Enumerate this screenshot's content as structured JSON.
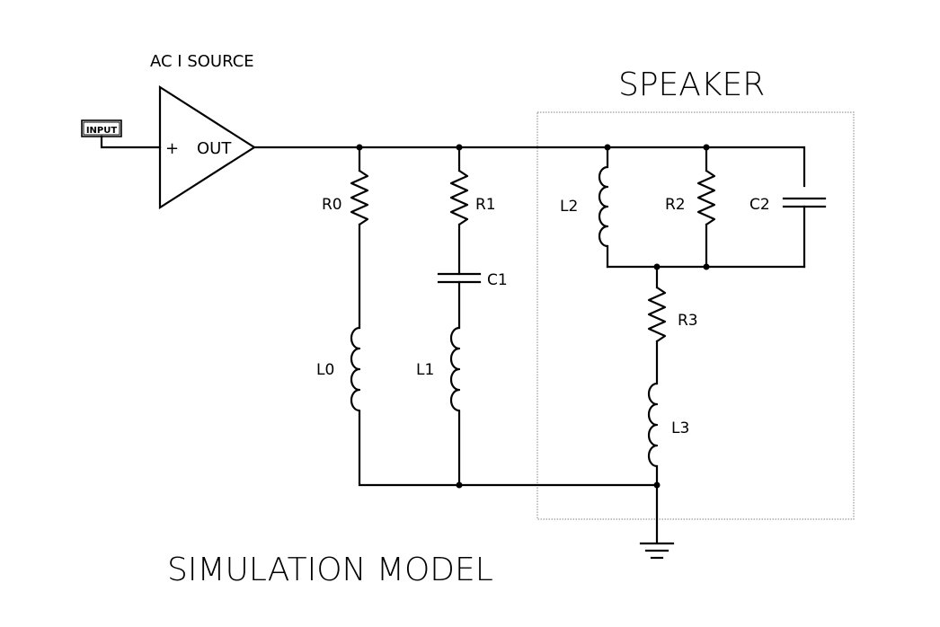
{
  "labels": {
    "source_title": "AC I SOURCE",
    "input_tag": "INPUT",
    "plus_sign": "+",
    "out_label": "OUT",
    "speaker_title": "SPEAKER",
    "model_title": "SIMULATION MODEL"
  },
  "components": {
    "R0": "R0",
    "R1": "R1",
    "C1": "C1",
    "L0": "L0",
    "L1": "L1",
    "L2": "L2",
    "R2": "R2",
    "C2": "C2",
    "R3": "R3",
    "L3": "L3"
  }
}
